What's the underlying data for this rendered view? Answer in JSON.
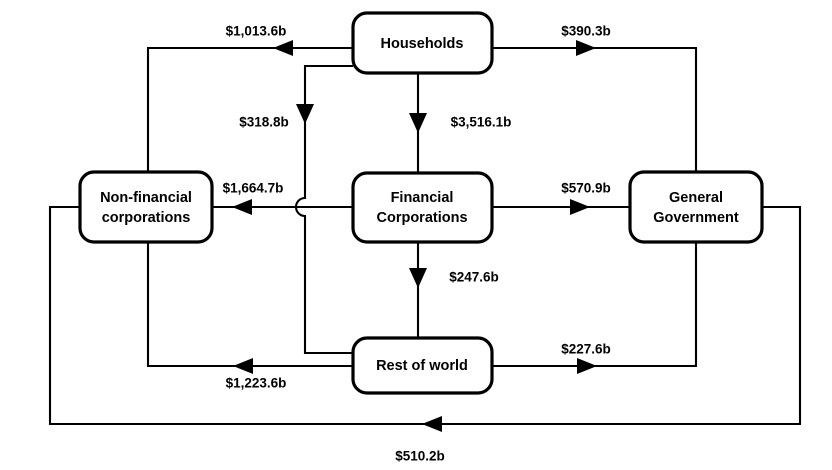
{
  "diagram": {
    "title": "Sector financial flows diagram",
    "currency_unit": "b",
    "colors": {
      "background": "#ffffff",
      "stroke": "#000000",
      "node_fill": "#ffffff",
      "text": "#000000"
    },
    "nodes": [
      {
        "id": "households",
        "label": "Households",
        "label_line1": "Households",
        "label_line2": ""
      },
      {
        "id": "nonfin",
        "label": "Non-financial corporations",
        "label_line1": "Non-financial",
        "label_line2": "corporations"
      },
      {
        "id": "fincorp",
        "label": "Financial Corporations",
        "label_line1": "Financial",
        "label_line2": "Corporations"
      },
      {
        "id": "govt",
        "label": "General Government",
        "label_line1": "General",
        "label_line2": "Government"
      },
      {
        "id": "row",
        "label": "Rest of world",
        "label_line1": "Rest of world",
        "label_line2": ""
      }
    ],
    "edges": [
      {
        "id": "hh-to-nonfin",
        "from": "households",
        "to": "nonfin",
        "label": "$1,013.6b",
        "value": 1013.6
      },
      {
        "id": "hh-to-govt",
        "from": "households",
        "to": "govt",
        "label": "$390.3b",
        "value": 390.3
      },
      {
        "id": "hh-to-row",
        "from": "households",
        "to": "row",
        "label": "$318.8b",
        "value": 318.8
      },
      {
        "id": "hh-to-fincorp",
        "from": "households",
        "to": "fincorp",
        "label": "$3,516.1b",
        "value": 3516.1
      },
      {
        "id": "fincorp-to-nonfin",
        "from": "fincorp",
        "to": "nonfin",
        "label": "$1,664.7b",
        "value": 1664.7
      },
      {
        "id": "fincorp-to-govt",
        "from": "fincorp",
        "to": "govt",
        "label": "$570.9b",
        "value": 570.9
      },
      {
        "id": "fincorp-to-row",
        "from": "fincorp",
        "to": "row",
        "label": "$247.6b",
        "value": 247.6
      },
      {
        "id": "row-to-nonfin",
        "from": "row",
        "to": "nonfin",
        "label": "$1,223.6b",
        "value": 1223.6
      },
      {
        "id": "row-to-govt",
        "from": "row",
        "to": "govt",
        "label": "$227.6b",
        "value": 227.6
      },
      {
        "id": "govt-to-nonfin",
        "from": "govt",
        "to": "nonfin",
        "label": "$510.2b",
        "value": 510.2
      }
    ]
  }
}
